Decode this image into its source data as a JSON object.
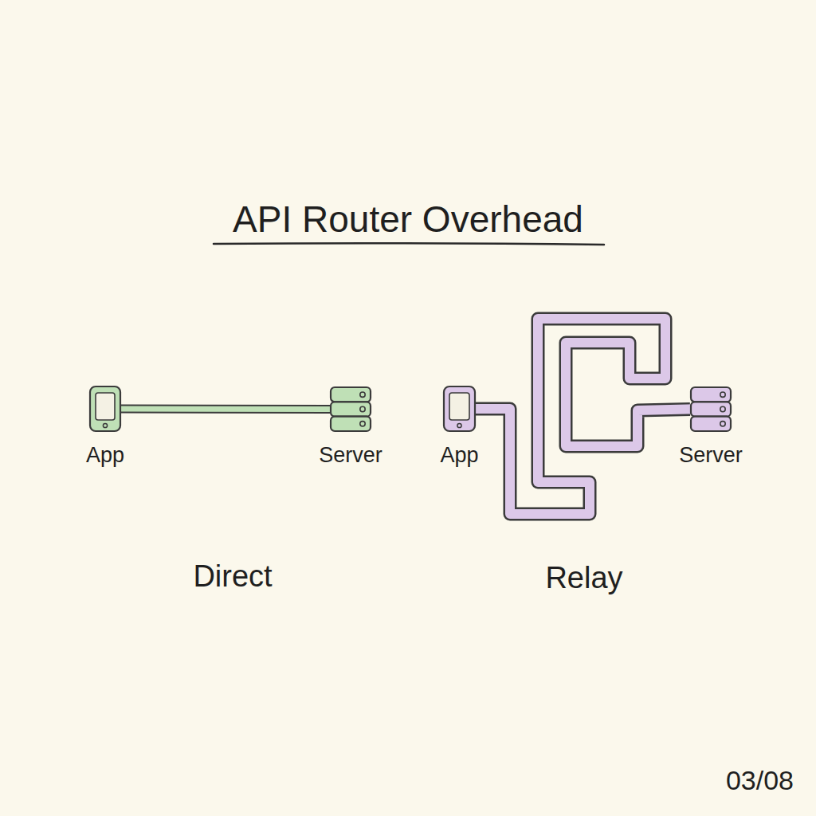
{
  "diagram": {
    "title": "API Router Overhead",
    "nodes": [
      {
        "text": [
          "App"
        ]
      },
      {
        "text": [
          "Server"
        ]
      },
      {
        "text": [
          "App"
        ]
      },
      {
        "text": [
          "Server"
        ]
      }
    ],
    "edges": [
      {
        "from": 0,
        "to": 1,
        "arrow": "none"
      },
      {
        "from": 2,
        "to": 3,
        "arrow": "none"
      }
    ],
    "labels": [
      "Direct",
      "Relay",
      "03/08"
    ]
  }
}
